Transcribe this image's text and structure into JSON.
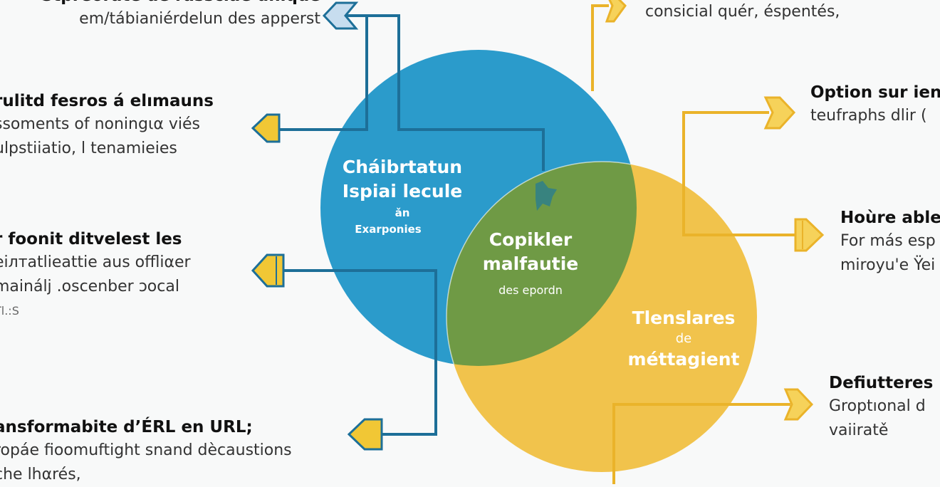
{
  "colors": {
    "blue": "#2b9bcb",
    "green": "#6f9a45",
    "yellow": "#f1c34c",
    "blue_line": "#1d6f98",
    "yellow_line": "#eab32a"
  },
  "circles": {
    "blue": {
      "lines": [
        "Cháibrtatun",
        "Ispiai lecule",
        "ǎn",
        "Exarponies"
      ]
    },
    "overlap": {
      "lines": [
        "Copikler",
        "malfautie",
        "des epordn"
      ],
      "icon": "figure-icon"
    },
    "yellow": {
      "lines": [
        "Tlenslares",
        "de",
        "méttagient"
      ]
    }
  },
  "left_items": [
    {
      "title": "Stpreorate de rassciae unique",
      "lines": [
        "em/tábianiérdelun des apperst"
      ]
    },
    {
      "title": "rulitd fesros á elımauns",
      "lines": [
        "ssoments of noningια viés",
        "ulpstiiatio, l tenamieies"
      ]
    },
    {
      "title": "r foonit ditvelest les",
      "lines": [
        "eiлтatlieattie aus offliαer",
        "mainálj .oscenber ɔocal",
        "Tl.:S"
      ]
    },
    {
      "title": "ansformabite d’ÉRL en URL;",
      "lines": [
        "ropáe fioomuftight snand dècaustions",
        "che lhαrés,"
      ]
    }
  ],
  "right_items": [
    {
      "title": "",
      "lines": [
        "consicial quér, éspentés,"
      ]
    },
    {
      "title": "Option sur ien",
      "lines": [
        "teufraphs dlir ("
      ]
    },
    {
      "title": "Hoùre able",
      "lines": [
        "For más esp",
        "miroyu'e Ÿei"
      ]
    },
    {
      "title": "Defiutteres",
      "lines": [
        "Groptıonal d",
        "vaiiratě"
      ]
    }
  ]
}
